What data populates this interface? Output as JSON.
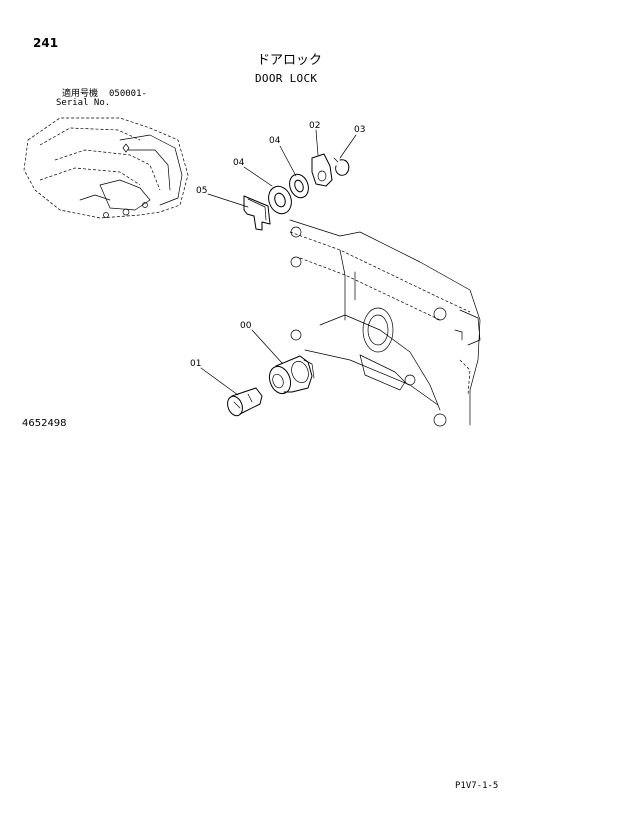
{
  "header": {
    "page_number": "241",
    "title_jp": "ドアロック",
    "title_en": "DOOR LOCK"
  },
  "serial": {
    "label_jp": "適用号機",
    "range": "050001-",
    "label_en": "Serial No."
  },
  "parts": {
    "p00": "00",
    "p01": "01",
    "p02": "02",
    "p03": "03",
    "p04a": "04",
    "p04b": "04",
    "p05": "05"
  },
  "footer": {
    "drawing_number": "4652498",
    "page_code": "P1V7-1-5"
  }
}
